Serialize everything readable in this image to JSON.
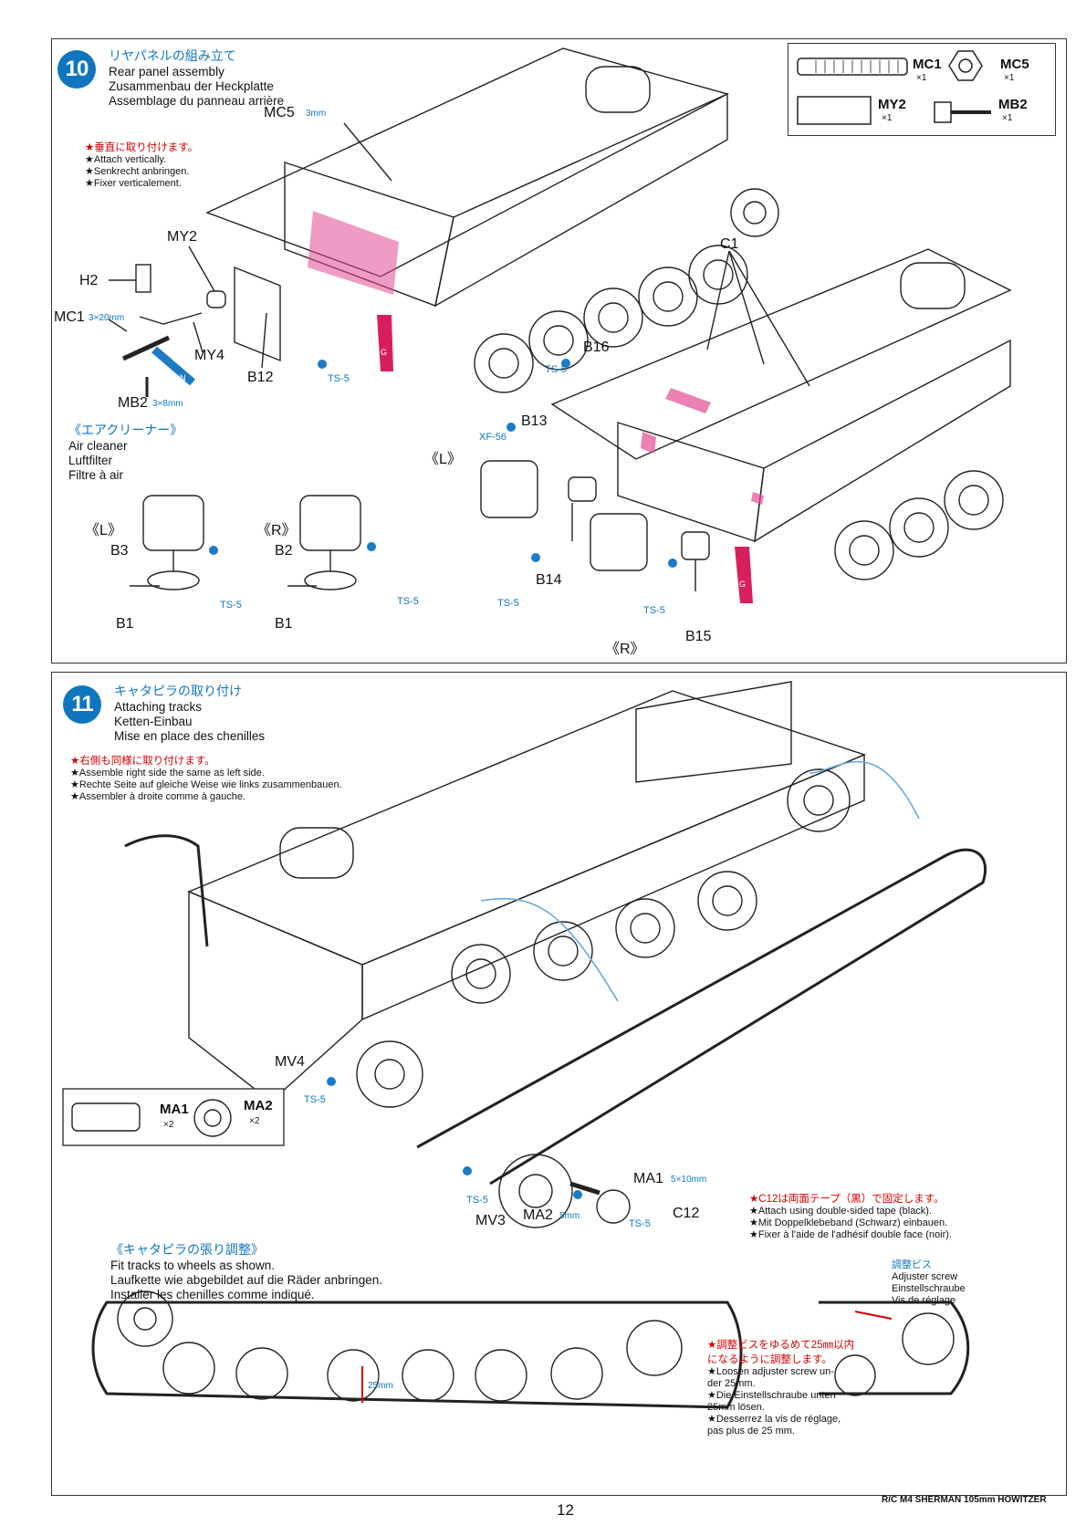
{
  "step10": {
    "number": "10",
    "title_jp": "リヤパネルの組み立て",
    "title_en": "Rear panel assembly",
    "title_de": "Zusammenbau der Heckplatte",
    "title_fr": "Assemblage du panneau arrière",
    "note_jp": "★垂直に取り付けます。",
    "note_en": "★Attach vertically.",
    "note_de": "★Senkrecht anbringen.",
    "note_fr": "★Fixer verticalement.",
    "labels": {
      "mc5": "MC5",
      "mc5_size": "3mm",
      "my2": "MY2",
      "h2": "H2",
      "mc1": "MC1",
      "mc1_size": "3×20mm",
      "my4": "MY4",
      "b12": "B12",
      "ts5": "TS-5",
      "mb2": "MB2",
      "mb2_size": "3×8mm",
      "g": "G",
      "n": "N",
      "c1": "C1",
      "b16": "B16",
      "b13": "B13",
      "xf56": "XF-56",
      "l": "《L》",
      "r": "《R》",
      "b14": "B14",
      "b15": "B15"
    },
    "air_cleaner": {
      "title_jp": "《エアクリーナー》",
      "en": "Air cleaner",
      "de": "Luftfilter",
      "fr": "Filtre à air",
      "l": "《L》",
      "r": "《R》",
      "b3": "B3",
      "b2": "B2",
      "b1": "B1",
      "ts5": "TS-5"
    },
    "parts_box": [
      {
        "name": "MC1",
        "qty": "×1"
      },
      {
        "name": "MC5",
        "qty": "×1"
      },
      {
        "name": "MY2",
        "qty": "×1"
      },
      {
        "name": "MB2",
        "qty": "×1"
      }
    ]
  },
  "step11": {
    "number": "11",
    "title_jp": "キャタピラの取り付け",
    "title_en": "Attaching tracks",
    "title_de": "Ketten-Einbau",
    "title_fr": "Mise en place des chenilles",
    "note_jp": "★右側も同様に取り付けます。",
    "note_en": "★Assemble right side the same as left side.",
    "note_de": "★Rechte Seite auf gleiche Weise wie links zusammenbauen.",
    "note_fr": "★Assembler à droite comme à gauche.",
    "labels": {
      "mv4": "MV4",
      "ts5": "TS-5",
      "mv3": "MV3",
      "ma2": "MA2",
      "ma2_size": "5mm",
      "ma1": "MA1",
      "ma1_size": "5×10mm",
      "c12": "C12"
    },
    "c12_note": {
      "jp": "★C12は両面テープ（黒）で固定します。",
      "en": "★Attach using double-sided tape (black).",
      "de": "★Mit Doppelklebeband (Schwarz) einbauen.",
      "fr": "★Fixer à l'aide de l'adhésif double face (noir)."
    },
    "parts_box": [
      {
        "name": "MA1",
        "qty": "×2"
      },
      {
        "name": "MA2",
        "qty": "×2"
      }
    ],
    "tension": {
      "title_jp": "《キャタピラの張り調整》",
      "en": "Fit tracks to wheels as shown.",
      "de": "Laufkette wie abgebildet auf die Räder anbringen.",
      "fr": "Installer les chenilles comme indiqué."
    },
    "adjuster": {
      "jp": "調整ビス",
      "en": "Adjuster screw",
      "de": "Einstellschraube",
      "fr": "Vis de réglage"
    },
    "loosen": {
      "jp1": "★調整ビスをゆるめて25㎜以内",
      "jp2": "になるように調整します。",
      "en1": "★Loosen adjuster screw un-",
      "en2": "der 25mm.",
      "de1": "★Die Einstellschraube unten",
      "de2": "25mm lösen.",
      "fr1": "★Desserrez la vis de réglage,",
      "fr2": "pas plus de 25 mm."
    },
    "dim_25": "25mm"
  },
  "footer": {
    "page": "12",
    "product": "R/C M4 SHERMAN 105mm HOWITZER"
  },
  "colors": {
    "accent_blue": "#0f76bd",
    "red": "#d40000",
    "pink": "#e24b93"
  }
}
